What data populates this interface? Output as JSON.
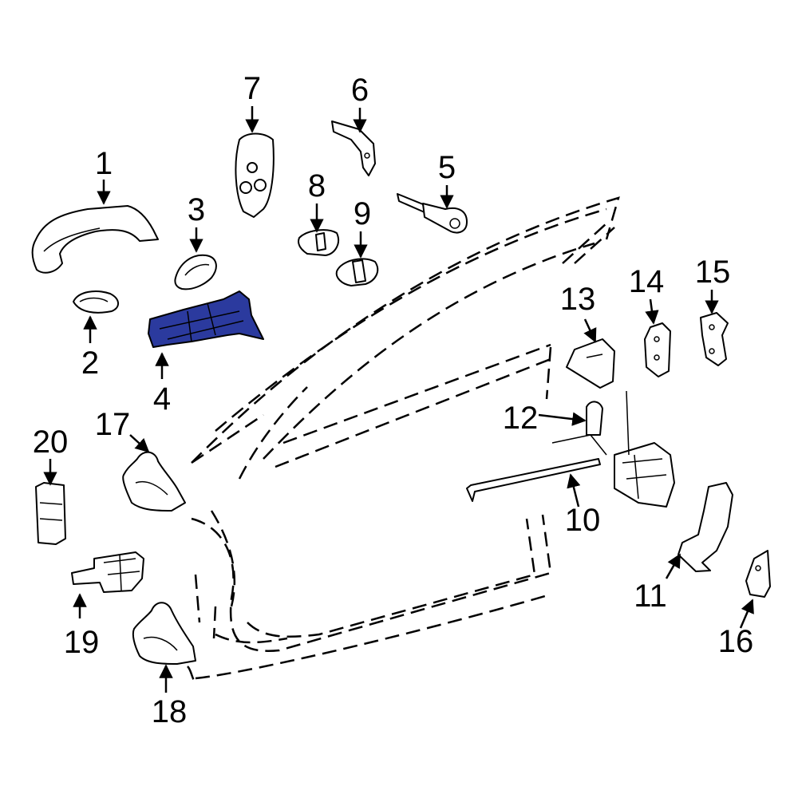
{
  "diagram": {
    "highlight_color": "#2b3a9e",
    "callouts": {
      "n1": "1",
      "n2": "2",
      "n3": "3",
      "n4": "4",
      "n5": "5",
      "n6": "6",
      "n7": "7",
      "n8": "8",
      "n9": "9",
      "n10": "10",
      "n11": "11",
      "n12": "12",
      "n13": "13",
      "n14": "14",
      "n15": "15",
      "n16": "16",
      "n17": "17",
      "n18": "18",
      "n19": "19",
      "n20": "20"
    }
  }
}
